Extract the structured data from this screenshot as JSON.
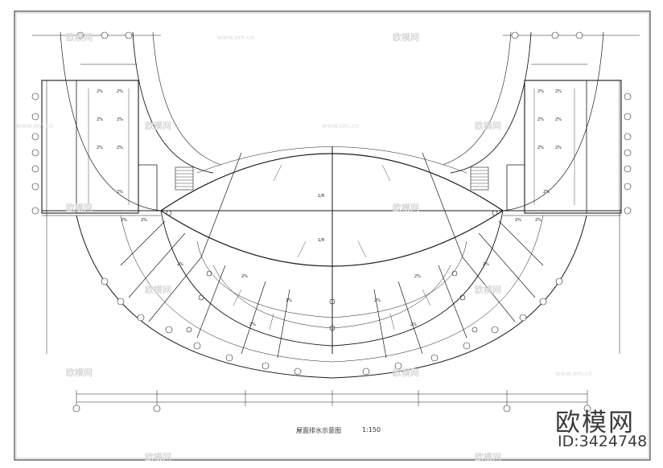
{
  "drawing": {
    "title": "屋面排水示意图",
    "scale": "1:150",
    "roof_slope_label": "2%",
    "gutter_labels": [
      "1/8",
      "1/8"
    ]
  },
  "watermark": {
    "brand": "欧模网",
    "id": "ID:3424748",
    "stamp": "欧模网",
    "stamp_url": "www.om.cn"
  }
}
